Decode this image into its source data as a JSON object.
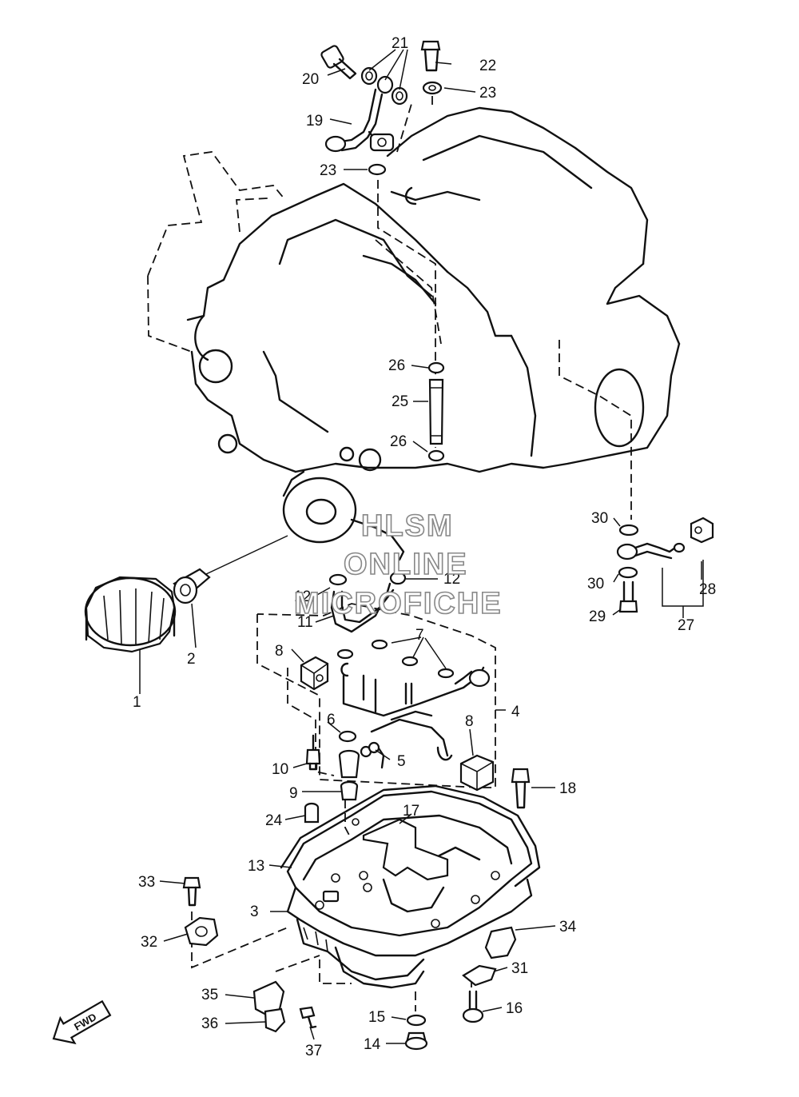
{
  "watermark": {
    "line1": "HLSM",
    "line2": "ONLINE",
    "line3": "MICROFICHE"
  },
  "direction_marker": "FWD",
  "callouts": {
    "c1": "1",
    "c2": "2",
    "c3": "3",
    "c4": "4",
    "c5": "5",
    "c6": "6",
    "c7": "7",
    "c8a": "8",
    "c8b": "8",
    "c9": "9",
    "c10": "10",
    "c11": "11",
    "c12a": "12",
    "c12b": "12",
    "c13": "13",
    "c14": "14",
    "c15": "15",
    "c16": "16",
    "c17": "17",
    "c18": "18",
    "c19": "19",
    "c20": "20",
    "c21": "21",
    "c22": "22",
    "c23a": "23",
    "c23b": "23",
    "c24": "24",
    "c25": "25",
    "c26a": "26",
    "c26b": "26",
    "c27": "27",
    "c28": "28",
    "c29": "29",
    "c30a": "30",
    "c30b": "30",
    "c31": "31",
    "c32": "32",
    "c33": "33",
    "c34": "34",
    "c35": "35",
    "c36": "36",
    "c37": "37"
  }
}
